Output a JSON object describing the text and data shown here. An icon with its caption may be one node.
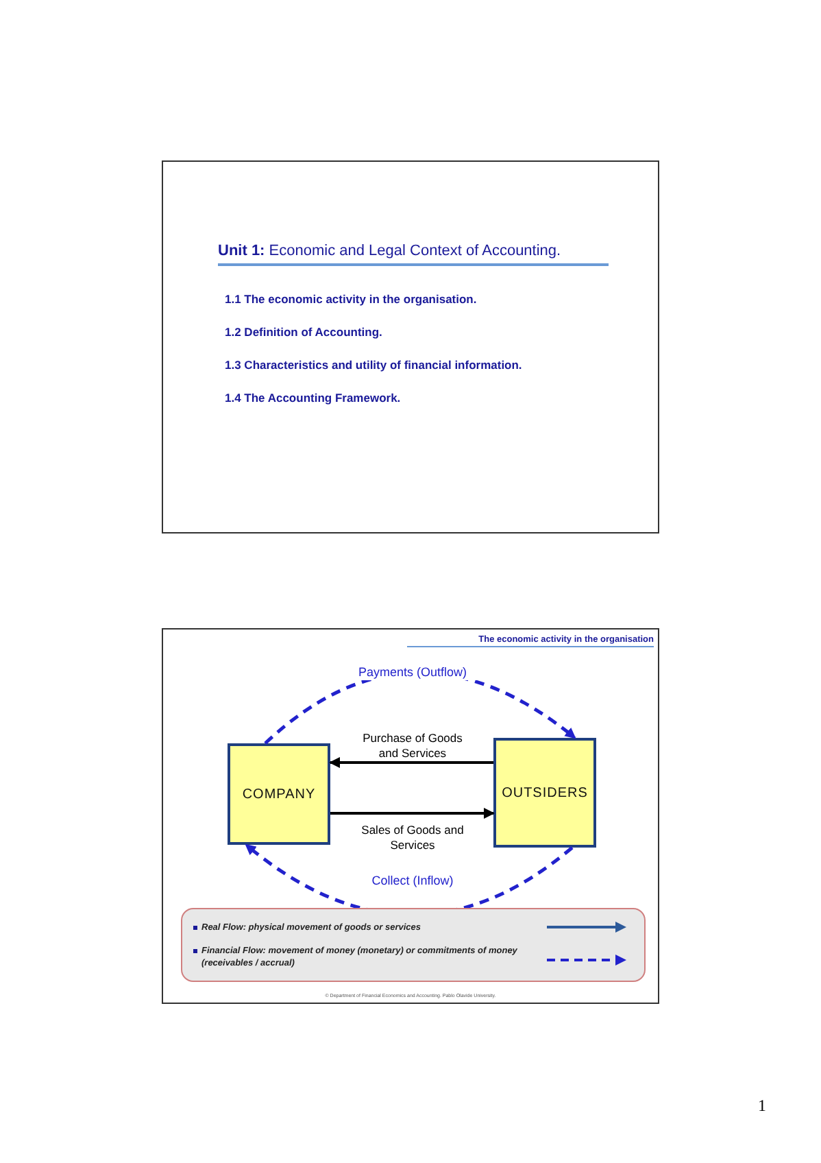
{
  "diagram": {
    "nodes": [
      {
        "text": [
          "**Unit 1:** Economic and Legal Context of Accounting.",
          "1.1 The economic activity in the organisation.",
          "1.2 Definition of Accounting.",
          "1.3 Characteristics and utility of financial information.",
          "1.4 The Accounting Framework."
        ]
      },
      {
        "text": [
          "The economic activity in the organisation",
          "© Department of Financial Economics and Accounting. Pablo Olavide University."
        ]
      },
      {
        "text": [
          "COMPANY"
        ],
        "in": 1
      },
      {
        "text": [
          "OUTSIDERS"
        ],
        "in": 1
      }
    ],
    "edges": [
      {
        "from": 3,
        "to": 2,
        "arrow": "to",
        "label": "Purchase of Goods and Services"
      },
      {
        "from": 2,
        "to": 3,
        "arrow": "to",
        "label": "Sales of Goods and Services"
      },
      {
        "from": 2,
        "to": 3,
        "arrow": "to",
        "label": "Payments (Outflow)",
        "style": "dashed",
        "color": "#2222cc"
      },
      {
        "from": 3,
        "to": 2,
        "arrow": "to",
        "label": "Collect (Inflow)",
        "style": "dashed",
        "color": "#2222cc"
      }
    ],
    "labels": [
      "1"
    ],
    "legend": [
      {
        "text": "Real Flow: physical movement of goods or services"
      },
      {
        "text": "Financial Flow: movement of money (monetary) or commitments of money (receivables / accrual)"
      }
    ]
  }
}
